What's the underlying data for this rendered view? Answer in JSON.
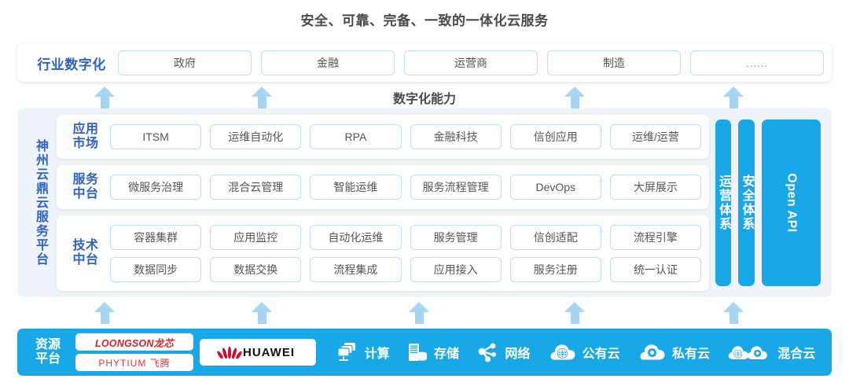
{
  "title": "安全、可靠、完备、一致的一体化云服务",
  "capability_label": "数字化能力",
  "industry": {
    "label": "行业数字化",
    "items": [
      "政府",
      "金融",
      "运营商",
      "制造",
      "......"
    ]
  },
  "platform": {
    "label": "神州云鼎云服务平台",
    "bands": [
      {
        "label_line1": "应用",
        "label_line2": "市场",
        "rows": [
          [
            "ITSM",
            "运维自动化",
            "RPA",
            "金融科技",
            "信创应用",
            "运维/运营"
          ]
        ]
      },
      {
        "label_line1": "服务",
        "label_line2": "中台",
        "rows": [
          [
            "微服务治理",
            "混合云管理",
            "智能运维",
            "服务流程管理",
            "DevOps",
            "大屏展示"
          ]
        ]
      },
      {
        "label_line1": "技术",
        "label_line2": "中台",
        "rows": [
          [
            "容器集群",
            "应用监控",
            "自动化运维",
            "服务管理",
            "信创适配",
            "流程引擎"
          ],
          [
            "数据同步",
            "数据交换",
            "流程集成",
            "应用接入",
            "服务注册",
            "统一认证"
          ]
        ]
      }
    ],
    "pillars": [
      {
        "text": "运营体系",
        "latin": false
      },
      {
        "text": "安全体系",
        "latin": false
      },
      {
        "text": "Open API",
        "latin": true
      }
    ]
  },
  "resource": {
    "label_line1": "资源",
    "label_line2": "平台",
    "vendors": [
      {
        "name": "LOONGSON龙芯",
        "style": "loongson"
      },
      {
        "name": "PHYTIUM 飞腾",
        "style": "phytium"
      },
      {
        "name": "HUAWEI",
        "style": "huawei"
      }
    ],
    "items": [
      {
        "label": "计算",
        "icon": "compute-icon"
      },
      {
        "label": "存储",
        "icon": "storage-icon"
      },
      {
        "label": "网络",
        "icon": "network-icon"
      },
      {
        "label": "公有云",
        "icon": "public-cloud-icon"
      },
      {
        "label": "私有云",
        "icon": "private-cloud-icon"
      },
      {
        "label": "混合云",
        "icon": "hybrid-cloud-icon"
      }
    ]
  },
  "arrows": {
    "top_x": [
      120,
      320,
      720,
      920
    ],
    "bottom_x": [
      120,
      320,
      520,
      720,
      920
    ]
  },
  "colors": {
    "accent_blue": "#18a8e8",
    "label_blue": "#2f62c4",
    "arrow_blue": "#a8d6f2",
    "panel_bg": "#eef4f9",
    "card_border": "#bedcf2",
    "vendor_red": "#d8232a",
    "huawei_red": "#cf0a2c"
  }
}
